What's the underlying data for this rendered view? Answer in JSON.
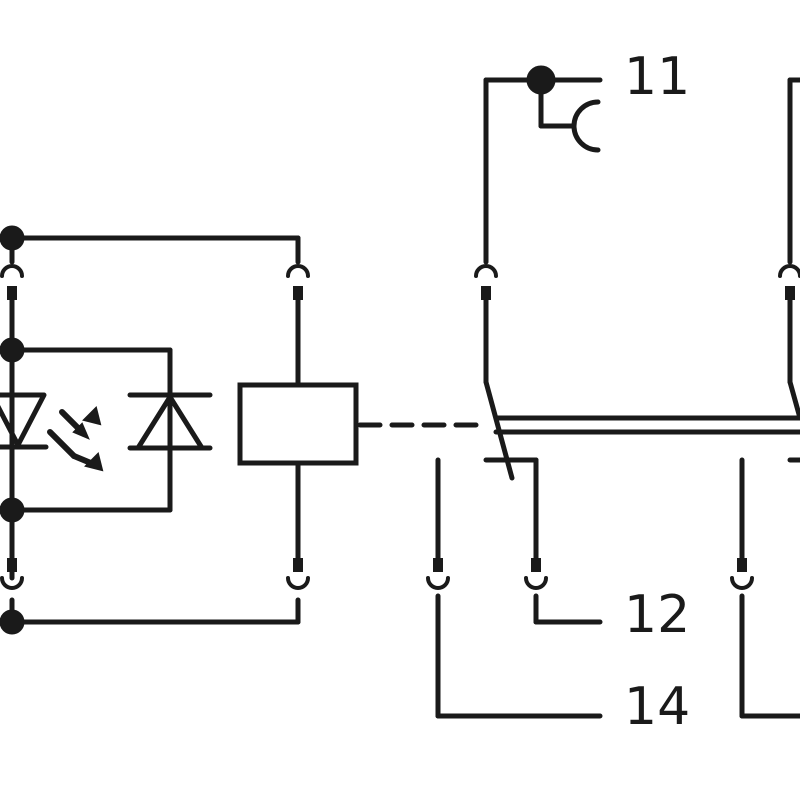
{
  "colors": {
    "line": "#1a1a1a",
    "background": "#ffffff"
  },
  "terminals": {
    "t11": "11",
    "t12": "12",
    "t14": "14"
  }
}
